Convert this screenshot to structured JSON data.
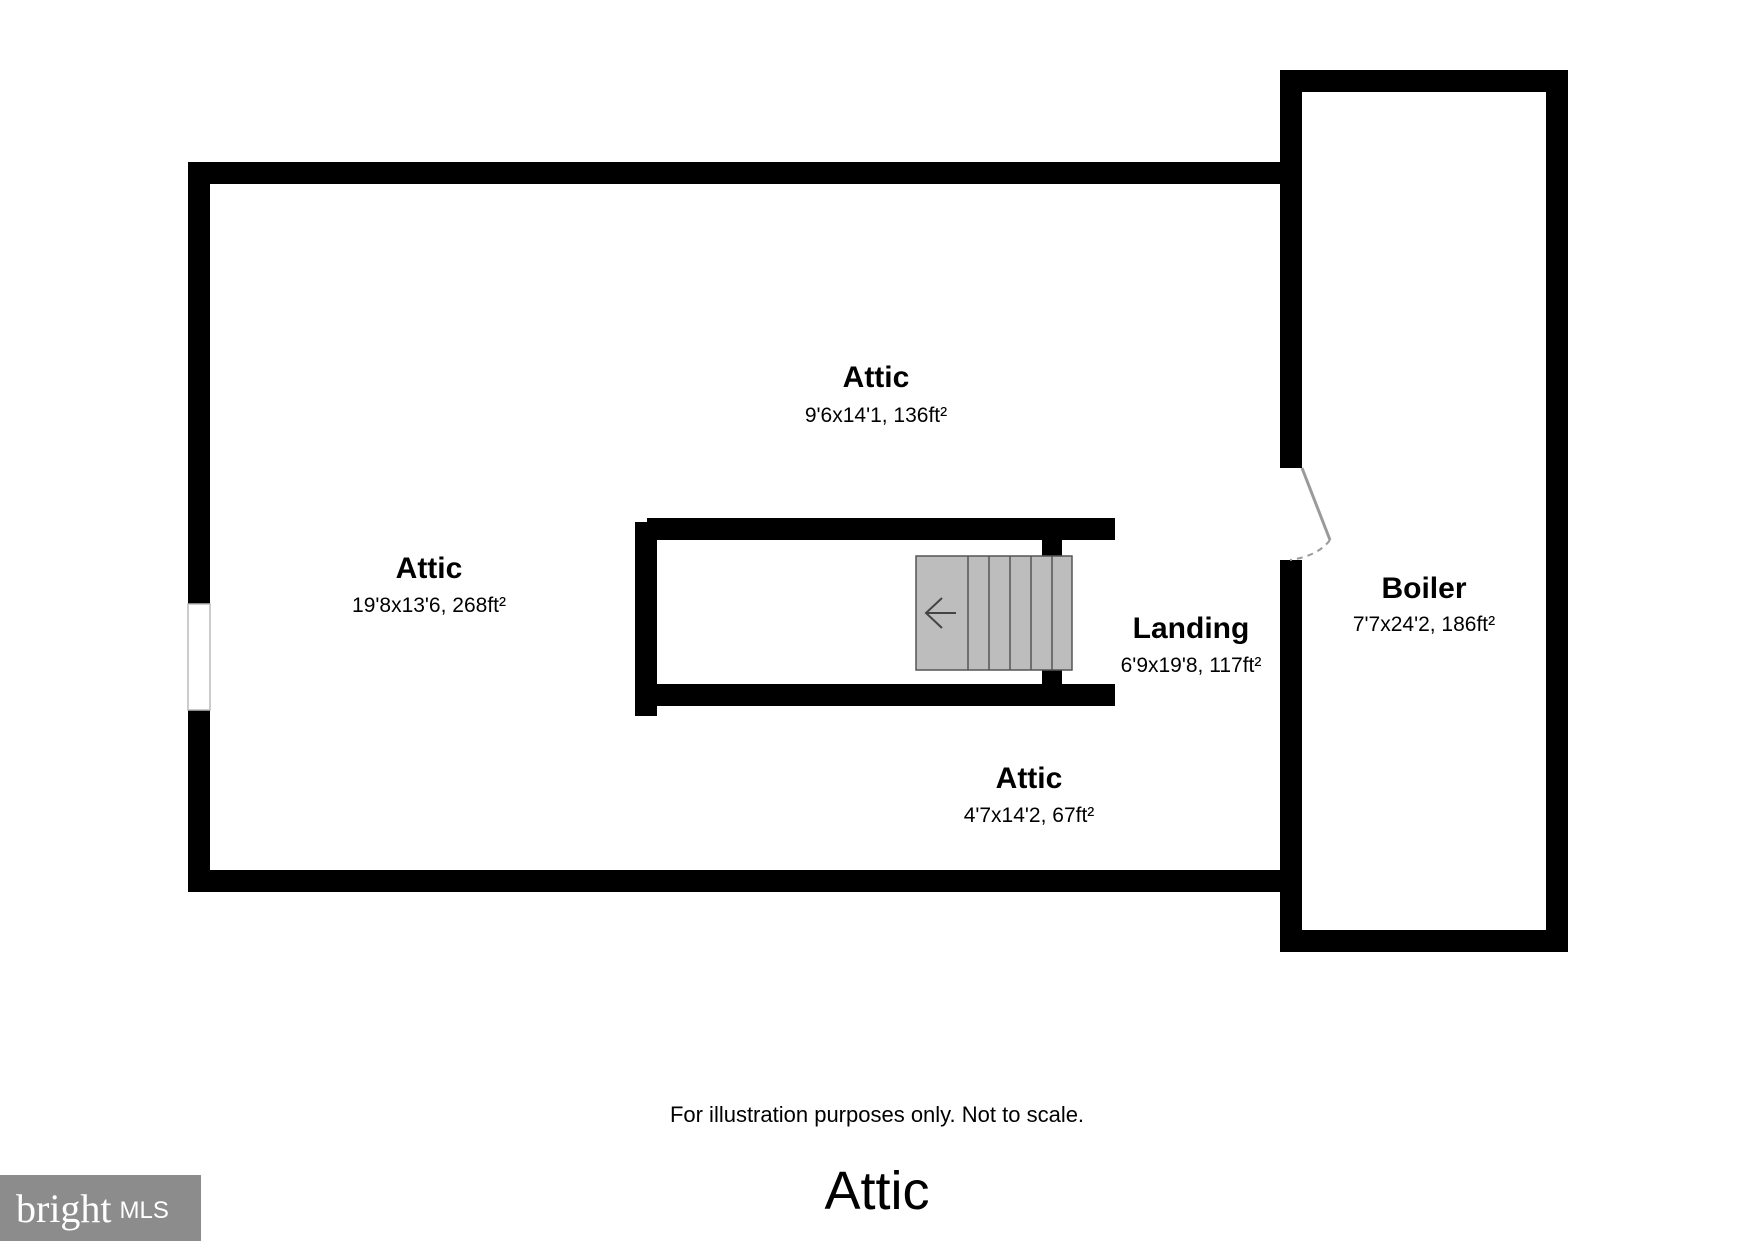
{
  "rooms": [
    {
      "name": "Attic",
      "dimensions": "9'6x14'1, 136ft²"
    },
    {
      "name": "Attic",
      "dimensions": "19'8x13'6, 268ft²"
    },
    {
      "name": "Landing",
      "dimensions": "6'9x19'8, 117ft²"
    },
    {
      "name": "Boiler",
      "dimensions": "7'7x24'2, 186ft²"
    },
    {
      "name": "Attic",
      "dimensions": "4'7x14'2, 67ft²"
    }
  ],
  "disclaimer": "For illustration purposes only. Not to scale.",
  "floor_title": "Attic",
  "logo": {
    "brand": "bright",
    "suffix": "MLS"
  },
  "colors": {
    "walls": "#000000",
    "stairs": "#bdbdbd",
    "stair_lines": "#555555",
    "door": "#9a9a9a",
    "logo_bg": "#8c8c8c"
  },
  "icons": [
    "stair-direction-arrow-icon",
    "door-swing-icon"
  ]
}
